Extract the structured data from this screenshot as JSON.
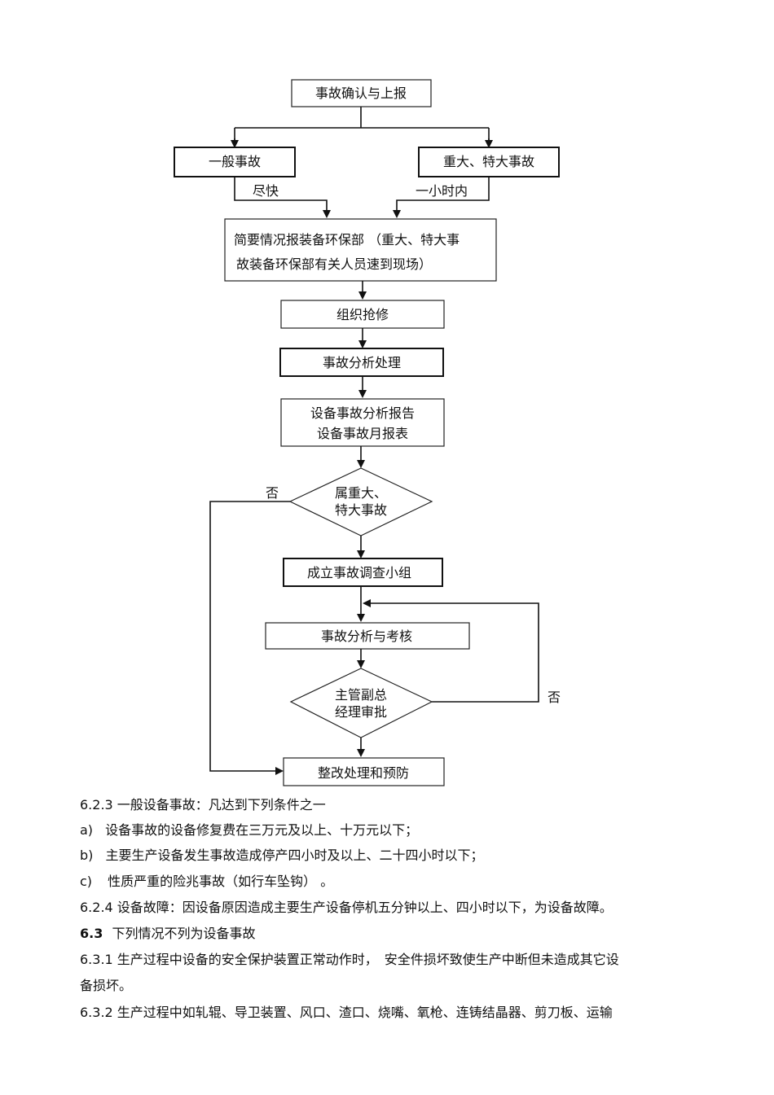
{
  "flow": {
    "report": "事故确认与上报",
    "general": "一般事故",
    "major": "重大、特大事故",
    "asap": "尽快",
    "within_hour": "一小时内",
    "brief_line1": "简要情况报装备环保部 （重大、特大事",
    "brief_line2": "故装备环保部有关人员速到现场）",
    "repair": "组织抢修",
    "analysis": "事故分析处理",
    "report_doc_line1": "设备事故分析报告",
    "report_doc_line2": "设备事故月报表",
    "decision1_line1": "属重大、",
    "decision1_line2": "特大事故",
    "no_left": "否",
    "team": "成立事故调查小组",
    "assess": "事故分析与考核",
    "decision2_line1": "主管副总",
    "decision2_line2": "经理审批",
    "no_right": "否",
    "rectify": "整改处理和预防"
  },
  "text": {
    "p1": "6.2.3 一般设备事故：凡达到下列条件之一",
    "a_label": "a)",
    "a_text": "设备事故的设备修复费在三万元及以上、十万元以下；",
    "b_label": "b)",
    "b_text": "主要生产设备发生事故造成停产四小时及以上、二十四小时以下；",
    "c_label": "c)",
    "c_text": "性质严重的险兆事故（如行车坠钩） 。",
    "p4": "6.2.4  设备故障：因设备原因造成主要生产设备停机五分钟以上、四小时以下，为设备故障。",
    "h63_num": "6.3",
    "h63_text": "下列情况不列为设备事故",
    "p631_line1": "6.3.1 生产过程中设备的安全保护装置正常动作时，　安全件损坏致使生产中断但未造成其它设",
    "p631_line2": "备损坏。",
    "p632": "6.3.2 生产过程中如轧辊、导卫装置、风口、渣口、烧嘴、氧枪、连铸结晶器、剪刀板、运输"
  }
}
